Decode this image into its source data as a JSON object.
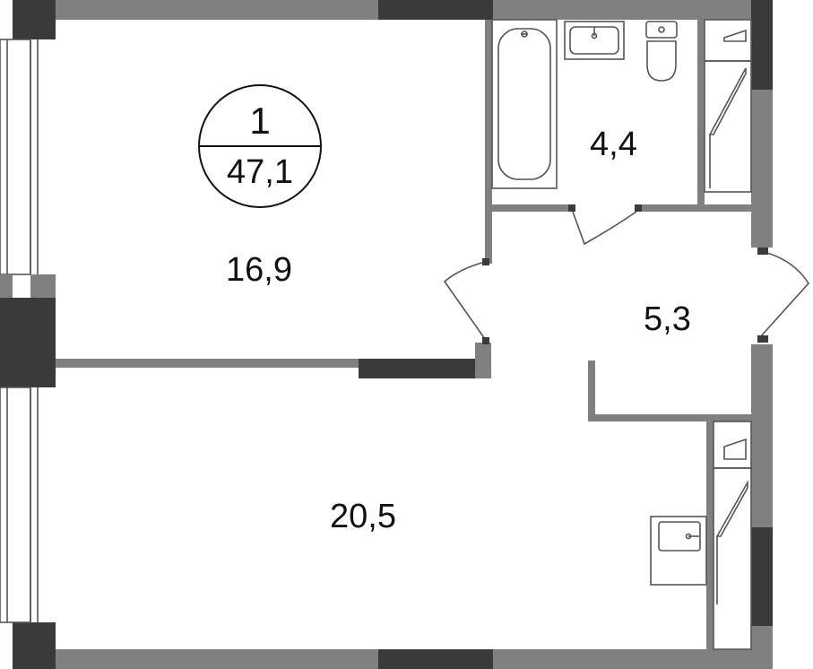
{
  "apartment": {
    "rooms_count": "1",
    "total_area": "47,1"
  },
  "rooms": {
    "bedroom_area": "16,9",
    "bathroom_area": "4,4",
    "hall_area": "5,3",
    "living_kitchen_area": "20,5"
  },
  "colors": {
    "wall": "#808080",
    "wall_dark": "#3a3a3a",
    "fixture_stroke": "#555555",
    "badge_stroke": "#111111",
    "background": "#ffffff"
  },
  "icons": {
    "bathtub": "bathtub-icon",
    "sink": "sink-icon",
    "toilet": "toilet-icon",
    "kitchen_sink": "kitchen-sink-icon"
  }
}
